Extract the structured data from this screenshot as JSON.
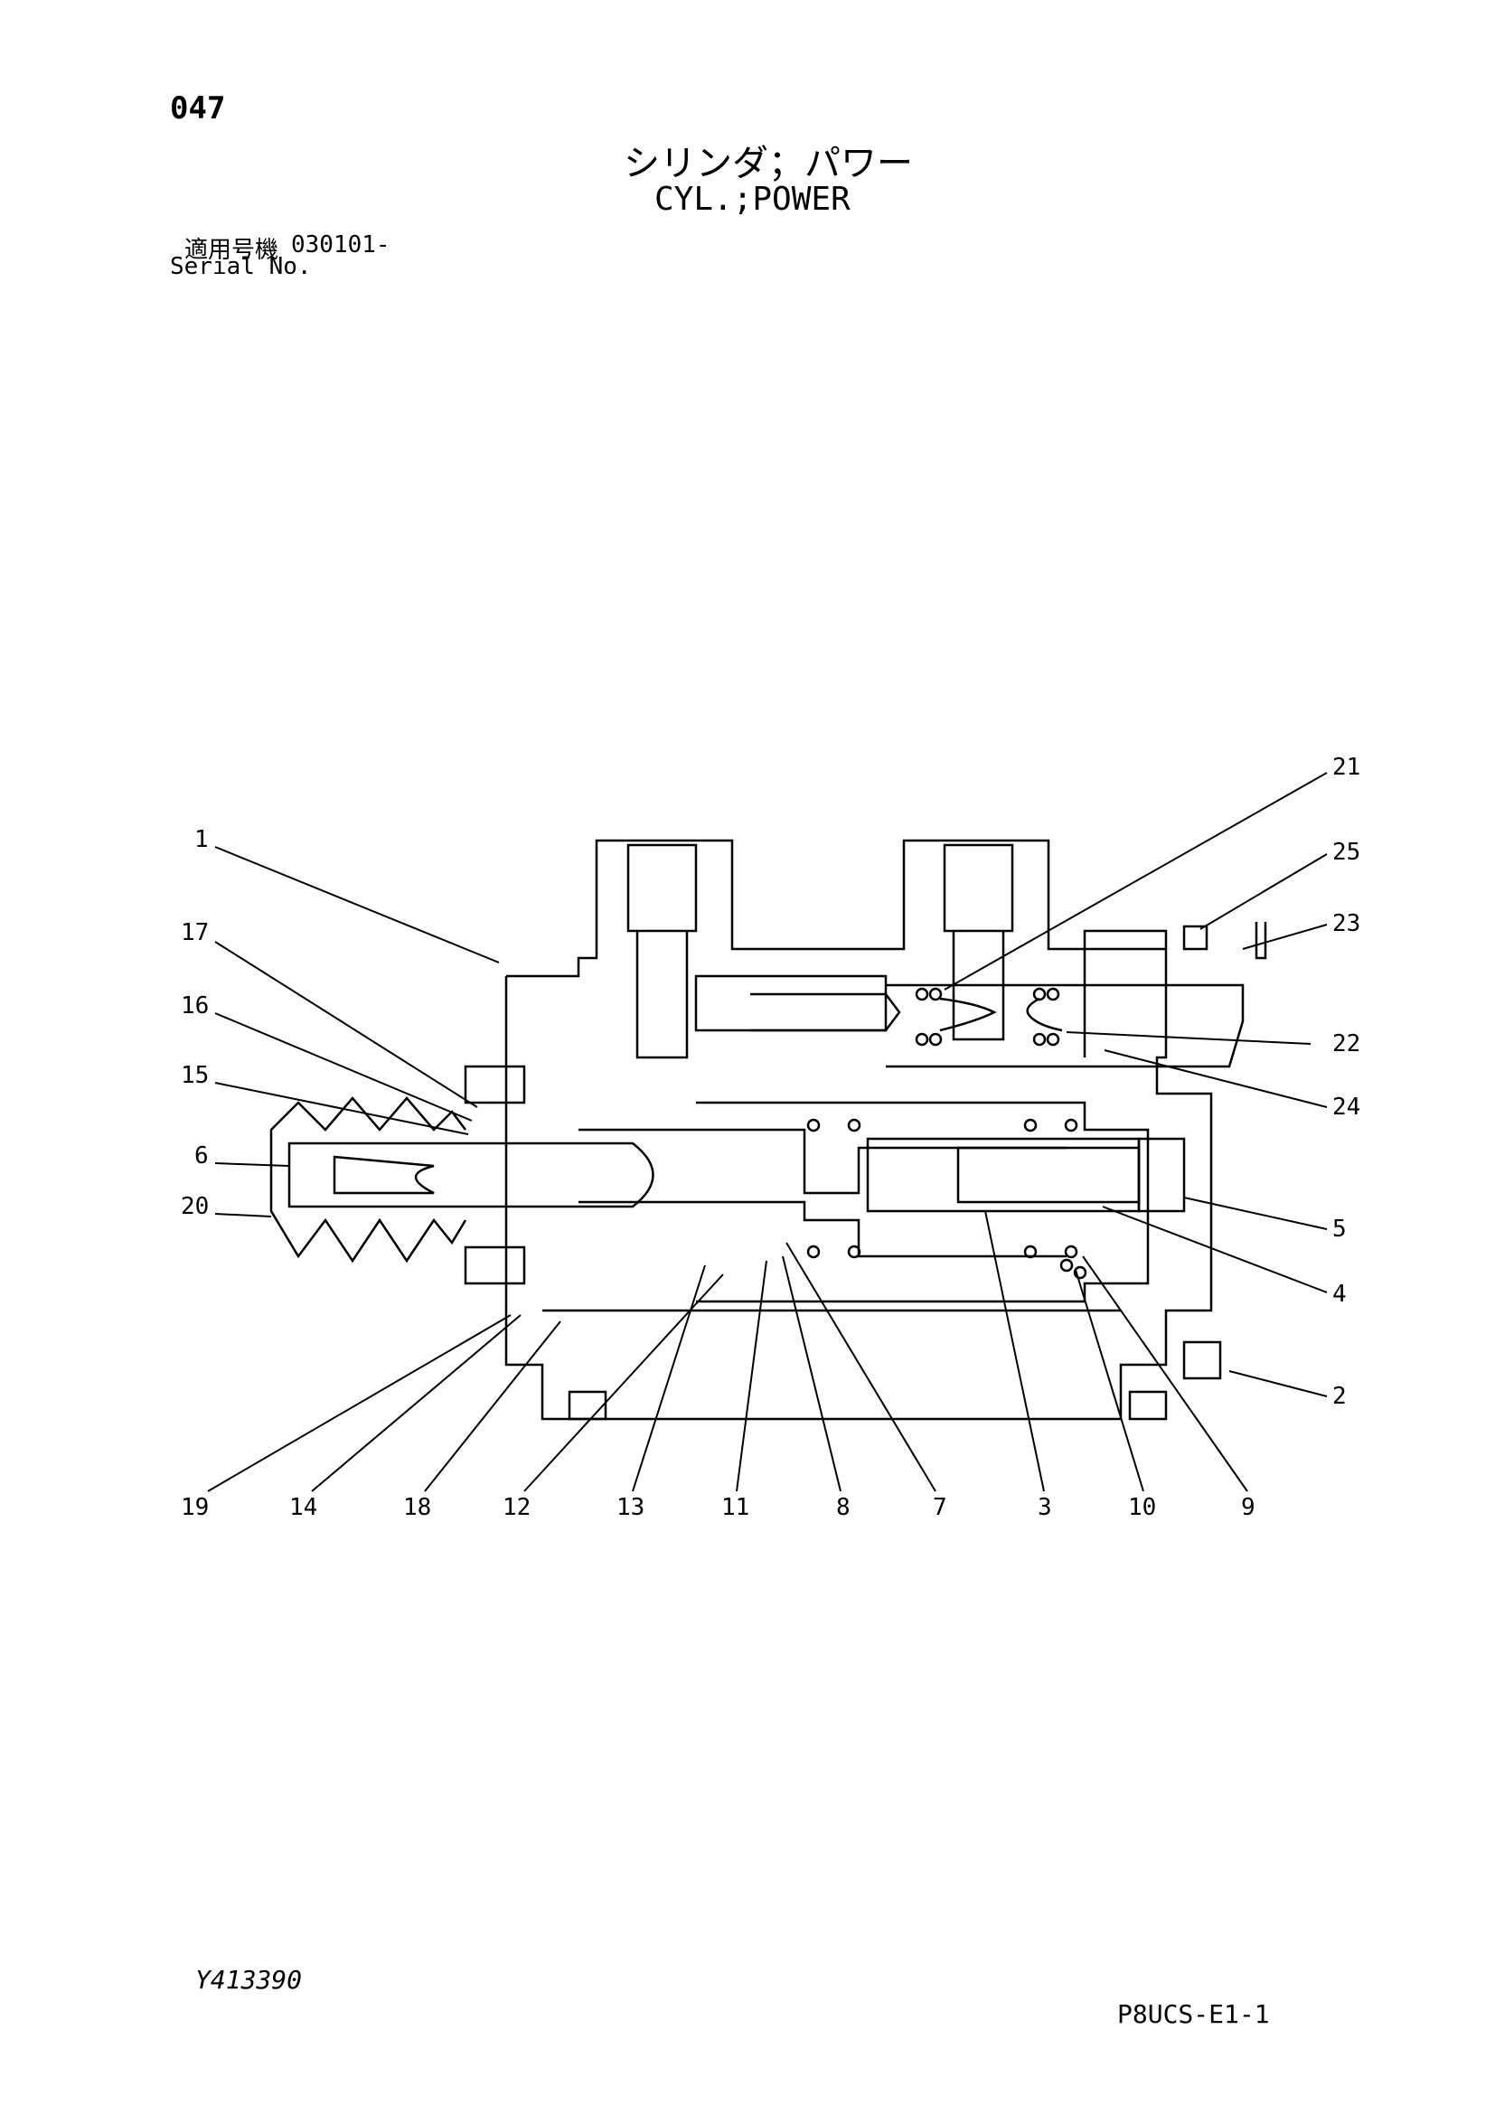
{
  "header": {
    "page_number": "047",
    "title_jp": "シリンダ；パワー",
    "title_en": "CYL.;POWER",
    "serial_label_jp": "適用号機",
    "serial_value": "030101-",
    "serial_label_en": "Serial No."
  },
  "callouts": [
    {
      "id": "1",
      "label": "1"
    },
    {
      "id": "2",
      "label": "2"
    },
    {
      "id": "3",
      "label": "3"
    },
    {
      "id": "4",
      "label": "4"
    },
    {
      "id": "5",
      "label": "5"
    },
    {
      "id": "6",
      "label": "6"
    },
    {
      "id": "7",
      "label": "7"
    },
    {
      "id": "8",
      "label": "8"
    },
    {
      "id": "9",
      "label": "9"
    },
    {
      "id": "10",
      "label": "10"
    },
    {
      "id": "11",
      "label": "11"
    },
    {
      "id": "12",
      "label": "12"
    },
    {
      "id": "13",
      "label": "13"
    },
    {
      "id": "14",
      "label": "14"
    },
    {
      "id": "15",
      "label": "15"
    },
    {
      "id": "16",
      "label": "16"
    },
    {
      "id": "17",
      "label": "17"
    },
    {
      "id": "18",
      "label": "18"
    },
    {
      "id": "19",
      "label": "19"
    },
    {
      "id": "20",
      "label": "20"
    },
    {
      "id": "21",
      "label": "21"
    },
    {
      "id": "22",
      "label": "22"
    },
    {
      "id": "23",
      "label": "23"
    },
    {
      "id": "24",
      "label": "24"
    },
    {
      "id": "25",
      "label": "25"
    }
  ],
  "footer": {
    "drawing_number": "Y413390",
    "sheet_code": "P8UCS-E1-1"
  }
}
